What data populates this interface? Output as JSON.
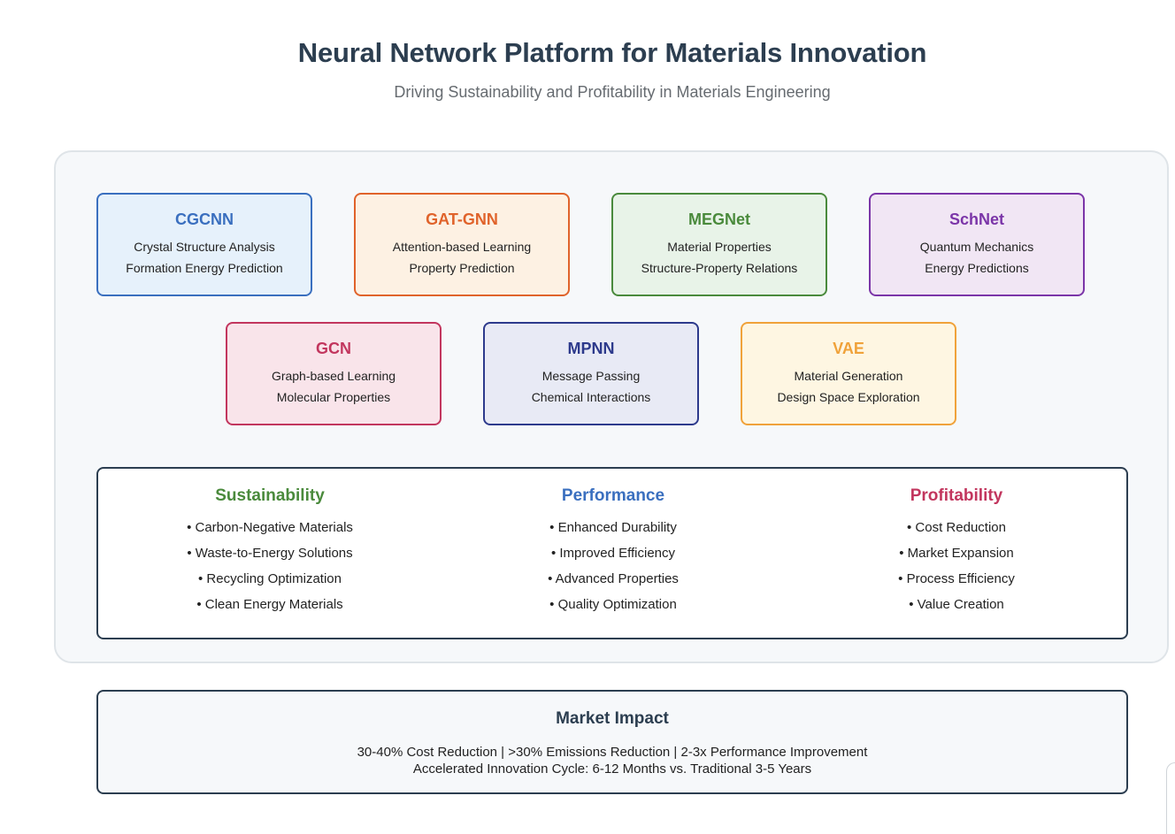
{
  "header": {
    "title": "Neural Network Platform for Materials Innovation",
    "subtitle": "Driving Sustainability and Profitability in Materials Engineering"
  },
  "models": [
    {
      "name": "CGCNN",
      "line1": "Crystal Structure Analysis",
      "line2": "Formation Energy Prediction",
      "color": "#3a6fbf",
      "bg": "#e6f1fb"
    },
    {
      "name": "GAT-GNN",
      "line1": "Attention-based Learning",
      "line2": "Property Prediction",
      "color": "#e0632b",
      "bg": "#fdf1e3"
    },
    {
      "name": "MEGNet",
      "line1": "Material Properties",
      "line2": "Structure-Property Relations",
      "color": "#4a8a3c",
      "bg": "#e8f3e8"
    },
    {
      "name": "SchNet",
      "line1": "Quantum Mechanics",
      "line2": "Energy Predictions",
      "color": "#7b35a8",
      "bg": "#f1e6f4"
    },
    {
      "name": "GCN",
      "line1": "Graph-based Learning",
      "line2": "Molecular Properties",
      "color": "#c2365e",
      "bg": "#f9e4ea"
    },
    {
      "name": "MPNN",
      "line1": "Message Passing",
      "line2": "Chemical Interactions",
      "color": "#2d3a8c",
      "bg": "#e8eaf5"
    },
    {
      "name": "VAE",
      "line1": "Material Generation",
      "line2": "Design Space Exploration",
      "color": "#f0a23a",
      "bg": "#fef6e2"
    }
  ],
  "benefits": [
    {
      "title": "Sustainability",
      "color": "#4a8a3c",
      "items": [
        "Carbon-Negative Materials",
        "Waste-to-Energy Solutions",
        "Recycling Optimization",
        "Clean Energy Materials"
      ]
    },
    {
      "title": "Performance",
      "color": "#3a6fbf",
      "items": [
        "Enhanced Durability",
        "Improved Efficiency",
        "Advanced Properties",
        "Quality Optimization"
      ]
    },
    {
      "title": "Profitability",
      "color": "#c2365e",
      "items": [
        "Cost Reduction",
        "Market Expansion",
        "Process Efficiency",
        "Value Creation"
      ]
    }
  ],
  "impact": {
    "title": "Market Impact",
    "line1": "30-40% Cost Reduction | >30% Emissions Reduction | 2-3x Performance Improvement",
    "line2": "Accelerated Innovation Cycle: 6-12 Months vs. Traditional 3-5 Years"
  }
}
